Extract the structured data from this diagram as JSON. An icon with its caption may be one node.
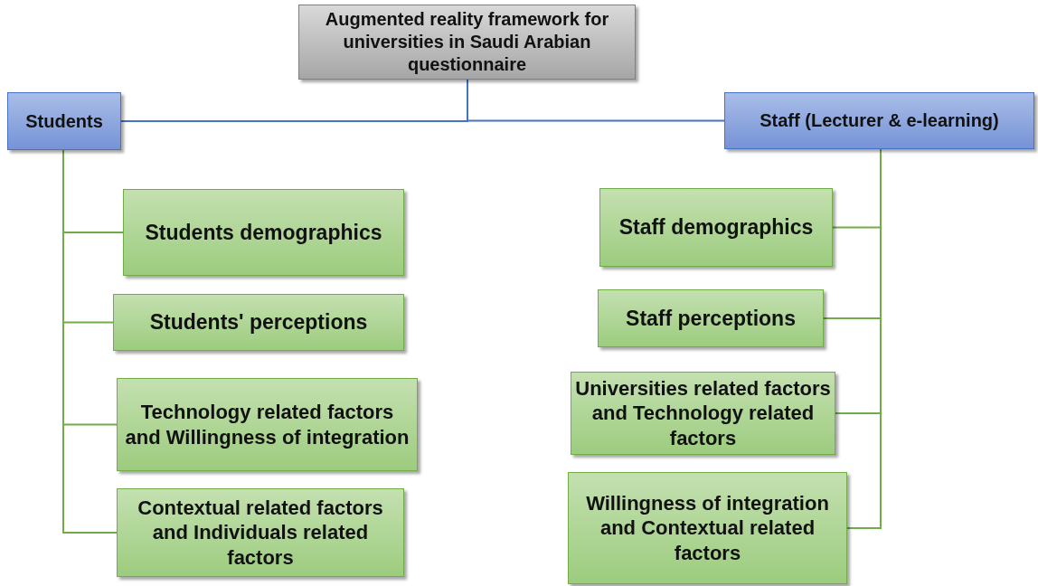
{
  "diagram": {
    "nodes": [
      {
        "text": [
          "Augmented reality framework for universities in Saudi Arabian questionnaire"
        ]
      },
      {
        "text": [
          "Students"
        ]
      },
      {
        "text": [
          "Staff (Lecturer & e-learning)"
        ]
      },
      {
        "text": [
          "Students demographics"
        ]
      },
      {
        "text": [
          "Students' perceptions"
        ]
      },
      {
        "text": [
          "Technology related factors and Willingness of integration"
        ]
      },
      {
        "text": [
          "Contextual related factors and Individuals related factors"
        ]
      },
      {
        "text": [
          "Staff demographics"
        ]
      },
      {
        "text": [
          "Staff perceptions"
        ]
      },
      {
        "text": [
          "Universities related factors and Technology related factors"
        ]
      },
      {
        "text": [
          "Willingness of integration and Contextual related factors"
        ]
      }
    ],
    "edges": [
      {
        "from": 0,
        "to": 1,
        "arrow": "none",
        "color": "#4472c4"
      },
      {
        "from": 0,
        "to": 2,
        "arrow": "none",
        "color": "#4472c4"
      },
      {
        "from": 1,
        "to": 3,
        "arrow": "none"
      },
      {
        "from": 1,
        "to": 4,
        "arrow": "none"
      },
      {
        "from": 1,
        "to": 5,
        "arrow": "none"
      },
      {
        "from": 1,
        "to": 6,
        "arrow": "none"
      },
      {
        "from": 2,
        "to": 7,
        "arrow": "none"
      },
      {
        "from": 2,
        "to": 8,
        "arrow": "none"
      },
      {
        "from": 2,
        "to": 9,
        "arrow": "none"
      },
      {
        "from": 2,
        "to": 10,
        "arrow": "none"
      }
    ]
  }
}
